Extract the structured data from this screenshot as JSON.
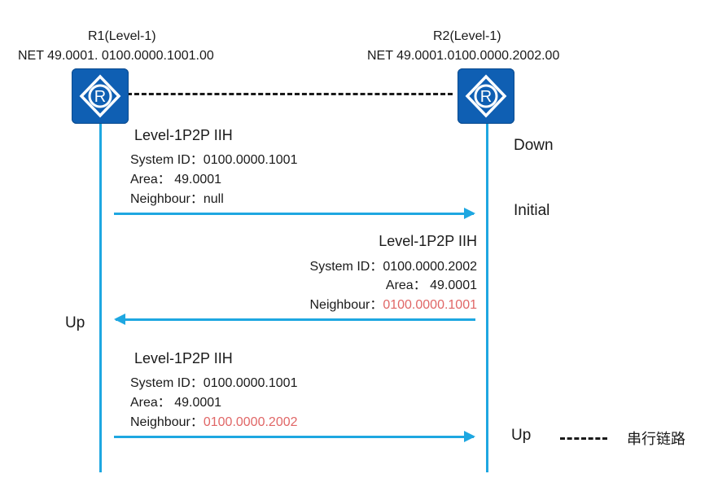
{
  "r1": {
    "name": "R1(Level-1)",
    "net": "NET 49.0001. 0100.0000.1001.00"
  },
  "r2": {
    "name": "R2(Level-1)",
    "net": "NET 49.0001.0100.0000.2002.00"
  },
  "router_icon_letter": "R",
  "states": {
    "r2_down": "Down",
    "r2_initial": "Initial",
    "r1_up": "Up",
    "r2_up": "Up"
  },
  "pdu1": {
    "title": "Level-1P2P IIH",
    "system_id": "System ID：0100.0000.1001",
    "area": "Area：  49.0001",
    "neighbour_label": "Neighbour：",
    "neighbour_value": "null"
  },
  "pdu2": {
    "title": "Level-1P2P IIH",
    "system_id": "System ID：0100.0000.2002",
    "area": "Area：  49.0001",
    "neighbour_label": "Neighbour：",
    "neighbour_value": "0100.0000.1001"
  },
  "pdu3": {
    "title": "Level-1P2P IIH",
    "system_id": "System ID：0100.0000.1001",
    "area": "Area：  49.0001",
    "neighbour_label": "Neighbour：",
    "neighbour_value": "0100.0000.2002"
  },
  "legend": {
    "label": "串行链路"
  },
  "colors": {
    "router_fill": "#0f5fb3",
    "line": "#1ea7e1",
    "highlight": "#e06666"
  }
}
